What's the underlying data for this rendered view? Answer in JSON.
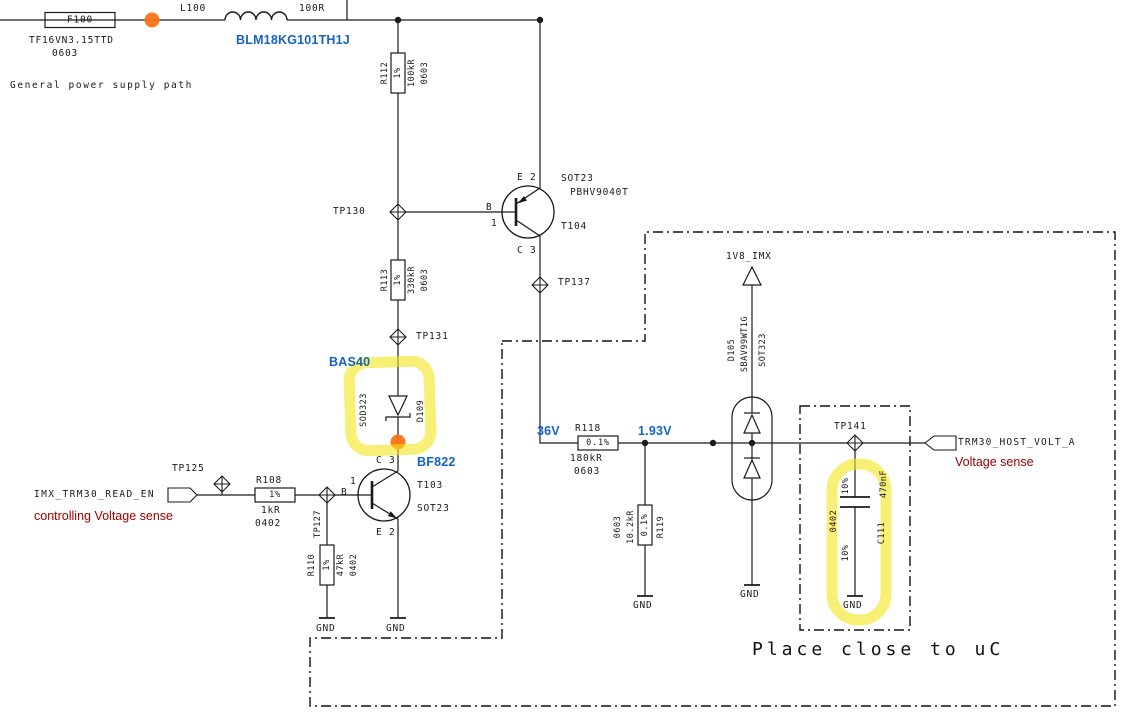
{
  "colors": {
    "accent_blue": "#1464c8",
    "note_red": "#a00000",
    "highlight_yellow": "#f4e41c",
    "marker_orange": "#f97316",
    "wire": "#1a1a1a"
  },
  "top": {
    "fuse": {
      "ref": "F100",
      "part": "TF16VN3.15TTD",
      "size": "0603"
    },
    "inductor": {
      "ref": "L100",
      "value": "100R",
      "part": "BLM18KG101TH1J"
    },
    "caption": "General power supply path"
  },
  "resistors": {
    "r112": {
      "ref": "R112",
      "tol": "1%",
      "value": "100kR",
      "size": "0603"
    },
    "r113": {
      "ref": "R113",
      "tol": "1%",
      "value": "330kR",
      "size": "0603"
    },
    "r108": {
      "ref": "R108",
      "tol": "1%",
      "value": "1kR",
      "size": "0402"
    },
    "r110": {
      "ref": "R110",
      "tol": "1%",
      "value": "47kR",
      "size": "0402"
    },
    "r118": {
      "ref": "R118",
      "tol": "0.1%",
      "value": "180kR",
      "size": "0603"
    },
    "r119": {
      "ref": "R119",
      "tol": "0.1%",
      "value": "10.2kR",
      "size": "0603"
    }
  },
  "capacitors": {
    "c111": {
      "ref": "C111",
      "value": "470nF",
      "tol": "10%",
      "size": "0402"
    }
  },
  "diodes": {
    "d109": {
      "ref": "D109",
      "part": "BAS40",
      "pkg": "SOD323"
    },
    "d105": {
      "ref": "D105",
      "part": "SBAV99WT1G",
      "pkg": "SOT323"
    }
  },
  "transistors": {
    "t104": {
      "ref": "T104",
      "part": "PBHV9040T",
      "pkg": "SOT23",
      "pin_e": "E 2",
      "pin_c": "C 3",
      "pin_b": "B",
      "pin_b_num": "1"
    },
    "t103": {
      "ref": "T103",
      "part": "BF822",
      "pkg": "SOT23",
      "pin_e": "E 2",
      "pin_c": "C 3",
      "pin_b": "B",
      "pin_b_num": "1"
    }
  },
  "testpoints": {
    "tp125": "TP125",
    "tp127": "TP127",
    "tp130": "TP130",
    "tp131": "TP131",
    "tp137": "TP137",
    "tp141": "TP141"
  },
  "nets": {
    "v36": "36V",
    "v193": "1.93V",
    "v1v8": "1V8_IMX",
    "gnd": "GND",
    "input": {
      "signal": "IMX_TRM30_READ_EN",
      "note": "controlling Voltage sense"
    },
    "output": {
      "signal": "TRM30_HOST_VOLT_A",
      "note": "Voltage sense"
    }
  },
  "annotations": {
    "place_note": "Place close to uC"
  }
}
